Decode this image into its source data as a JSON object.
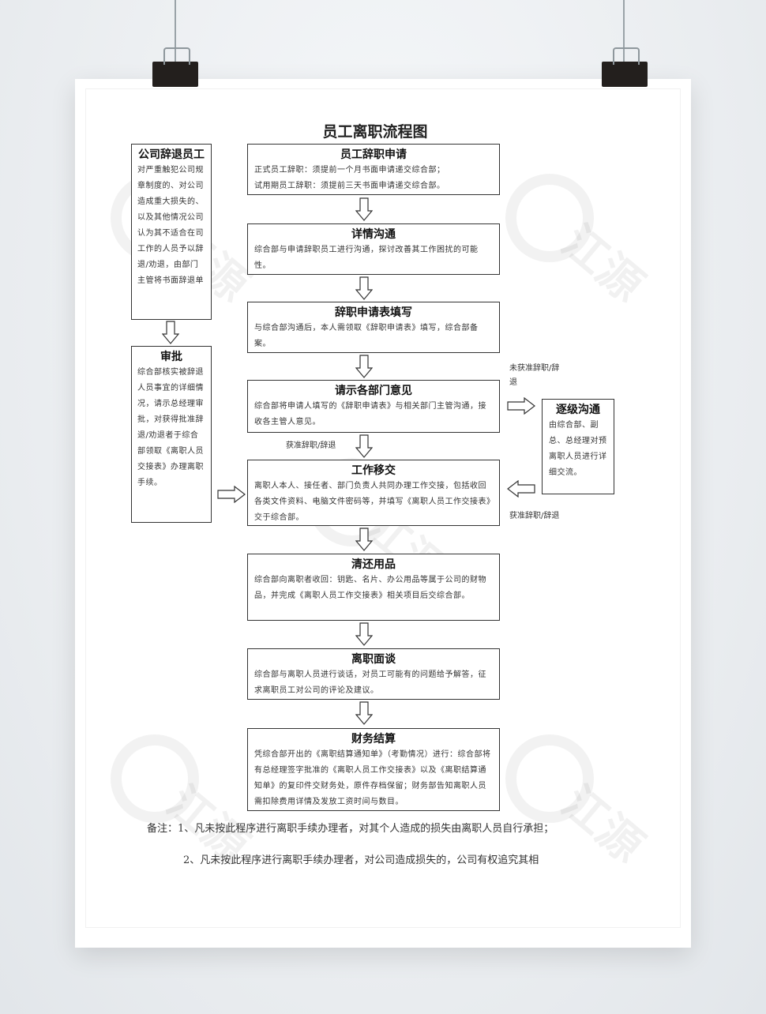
{
  "doc": {
    "title": "员工离职流程图",
    "watermark": "江源",
    "colors": {
      "border": "#333333",
      "paper": "#ffffff",
      "background": "#e9ecef",
      "clip": "#231f1d"
    }
  },
  "left_boxes": [
    {
      "heading": "公司辞退员工",
      "body": "对严重触犯公司规章制度的、对公司造成重大损失的、以及其他情况公司认为其不适合在司工作的人员予以辞退/劝退，由部门主管将书面辞退单"
    },
    {
      "heading": "审批",
      "body": "综合部核实被辞退人员事宜的详细情况，请示总经理审批，对获得批准辞退/劝退者于综合部领取《离职人员交接表》办理离职手续。"
    }
  ],
  "steps": [
    {
      "heading": "员工辞职申请",
      "lines": [
        "正式员工辞职：须提前一个月书面申请递交综合部；",
        "试用期员工辞职：须提前三天书面申请递交综合部。"
      ]
    },
    {
      "heading": "详情沟通",
      "lines": [
        "综合部与申请辞职员工进行沟通，探讨改善其工作困扰的可能性。"
      ]
    },
    {
      "heading": "辞职申请表填写",
      "lines": [
        "与综合部沟通后，本人需领取《辞职申请表》填写，综合部备案。"
      ]
    },
    {
      "heading": "请示各部门意见",
      "lines": [
        "综合部将申请人填写的《辞职申请表》与相关部门主管沟通，接收各主管人意见。"
      ]
    },
    {
      "heading": "工作移交",
      "lines": [
        "离职人本人、接任者、部门负责人共同办理工作交接，包括收回各类文件资料、电脑文件密码等，并填写《离职人员工作交接表》交于综合部。"
      ]
    },
    {
      "heading": "清还用品",
      "lines": [
        "综合部向离职者收回：钥匙、名片、办公用品等属于公司的财物品，并完成《离职人员工作交接表》相关项目后交综合部。"
      ]
    },
    {
      "heading": "离职面谈",
      "lines": [
        "综合部与离职人员进行谈话，对员工可能有的问题给予解答，征求离职员工对公司的评论及建议。"
      ]
    },
    {
      "heading": "财务结算",
      "lines": [
        "凭综合部开出的《离职结算通知单》（考勤情况）进行：综合部将有总经理签字批准的《离职人员工作交接表》以及《离职结算通知单》的复印件交财务处，原件存档保留；财务部告知离职人员需扣除费用详情及发放工资时间与数目。"
      ]
    }
  ],
  "side_box": {
    "heading": "逐级沟通",
    "body": "由综合部、副总、总经理对预离职人员进行详细交流。"
  },
  "labels": {
    "not_approved": "未获准辞职/辞退",
    "approved_main": "获准辞职/辞退",
    "approved_side": "获准辞职/辞退"
  },
  "notes": [
    "备注：1、凡未按此程序进行离职手续办理者，对其个人造成的损失由离职人员自行承担；",
    "2、凡未按此程序进行离职手续办理者，对公司造成损失的，公司有权追究其相"
  ]
}
